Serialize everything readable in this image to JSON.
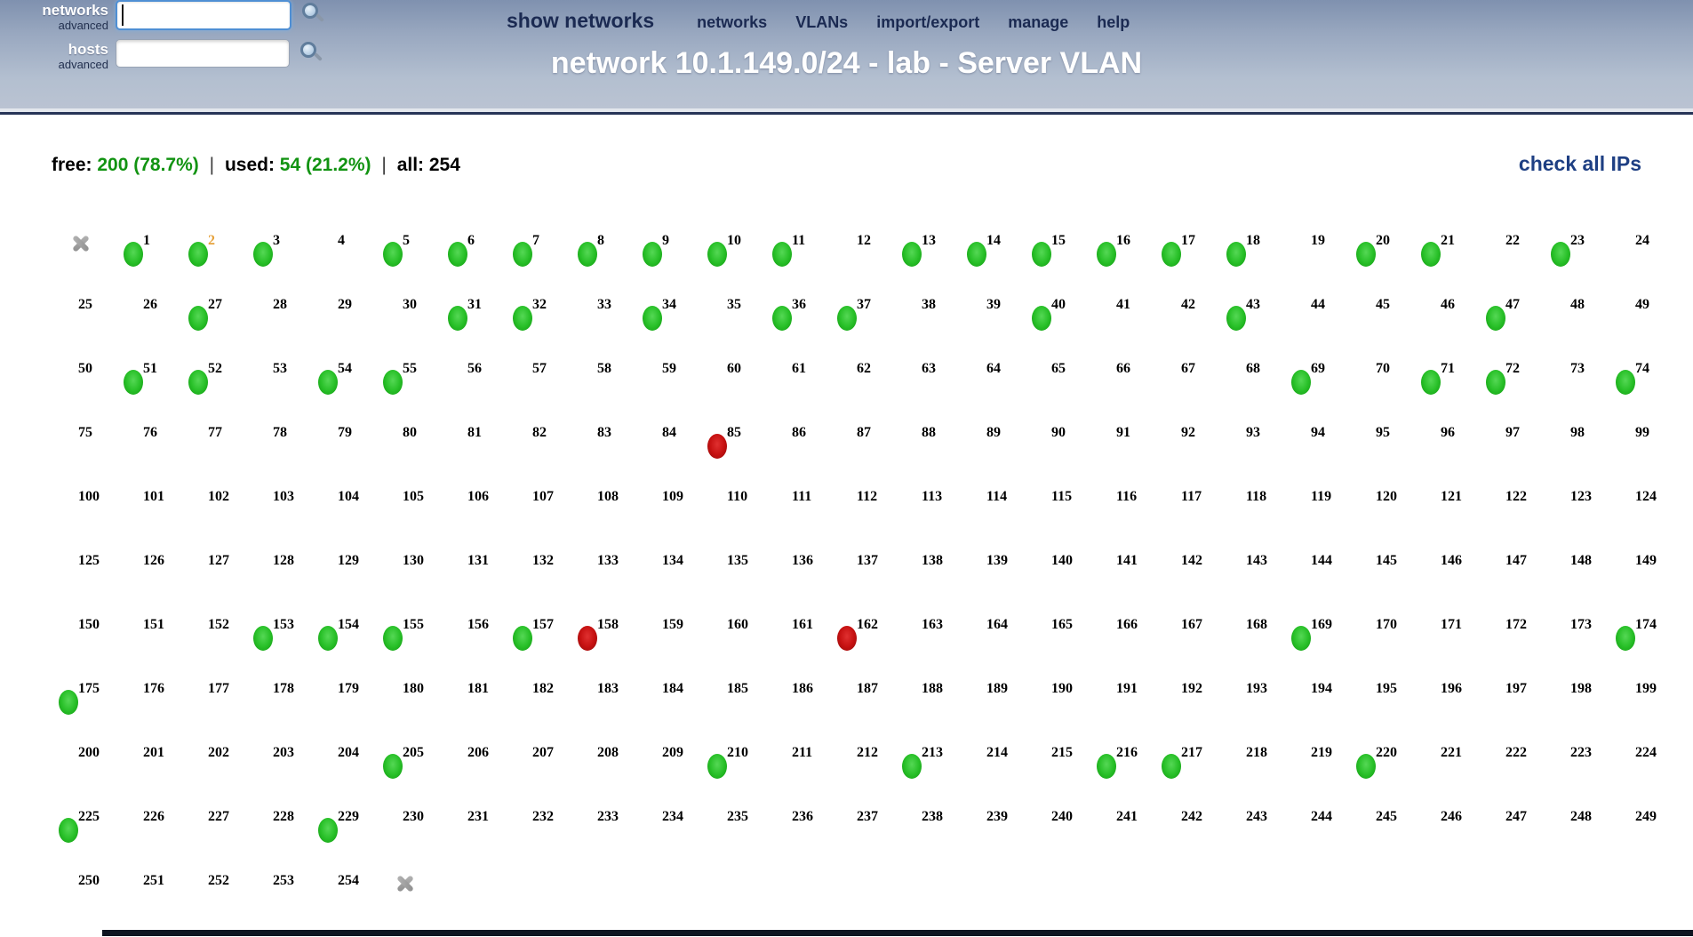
{
  "header": {
    "networks_search": {
      "label": "networks",
      "advanced_label": "advanced",
      "value": "",
      "focused": true
    },
    "hosts_search": {
      "label": "hosts",
      "advanced_label": "advanced",
      "value": ""
    },
    "nav": {
      "show_networks_label": "show networks",
      "items": [
        "networks",
        "VLANs",
        "import/export",
        "manage",
        "help"
      ]
    },
    "title": "network 10.1.149.0/24 - lab - Server VLAN"
  },
  "stats": {
    "free_label": "free:",
    "free_value": "200 (78.7%)",
    "used_label": "used:",
    "used_value": "54 (21.2%)",
    "all_label": "all:",
    "all_value": "254",
    "separator": "|"
  },
  "actions": {
    "check_all_label": "check all IPs"
  },
  "grid": {
    "columns": 25,
    "ip_start": 1,
    "ip_end": 254,
    "network_marker": "x",
    "broadcast_marker": "x",
    "green_ips": [
      1,
      2,
      3,
      5,
      6,
      7,
      8,
      9,
      10,
      11,
      13,
      14,
      15,
      16,
      17,
      18,
      20,
      21,
      23,
      27,
      31,
      32,
      34,
      36,
      37,
      40,
      43,
      47,
      51,
      52,
      54,
      55,
      69,
      71,
      72,
      74,
      153,
      154,
      155,
      157,
      169,
      174,
      175,
      205,
      210,
      213,
      216,
      217,
      220,
      225,
      229
    ],
    "red_ips": [
      85,
      158,
      162
    ],
    "orange_ips": [
      2
    ]
  },
  "colors": {
    "dot_green": "#28c028",
    "dot_red": "#c61111",
    "number_orange": "#e6a23c",
    "stat_green": "#129312",
    "nav_navy": "#1b2a52",
    "link_blue": "#1e3f83",
    "header_top": "#7f91af",
    "header_bottom": "#bac3d2"
  }
}
